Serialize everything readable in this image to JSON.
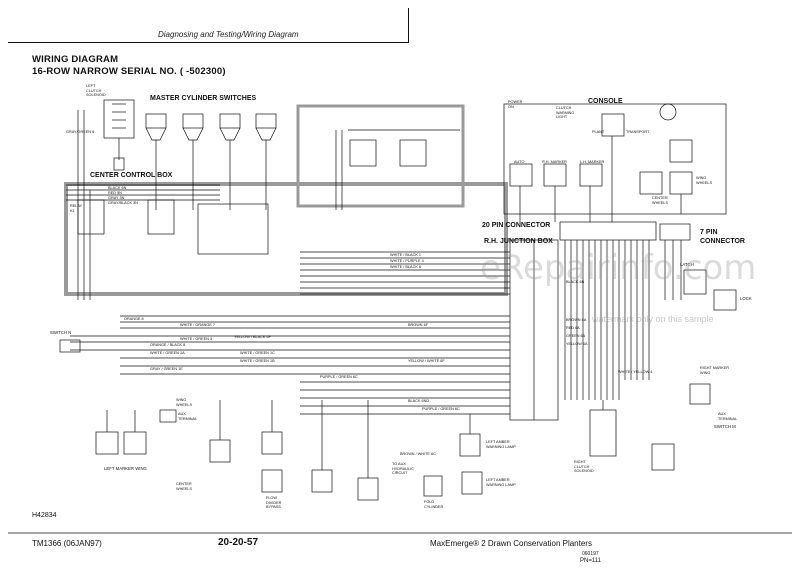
{
  "header": {
    "subtitle": "Diagnosing and Testing/Wiring Diagram"
  },
  "diagram": {
    "title_line1": "WIRING DIAGRAM",
    "title_line2": "16-ROW NARROW SERIAL NO. (         -502300)",
    "sections": {
      "master_cylinder_switches": "MASTER CYLINDER SWITCHES",
      "center_control_box": "CENTER CONTROL BOX",
      "console": "CONSOLE",
      "twenty_pin_connector": "20 PIN CONNECTOR",
      "rh_junction_box": "R.H. JUNCTION BOX",
      "seven_pin_connector": "7 PIN\nCONNECTOR"
    },
    "components": {
      "left_clutch_solenoid": "LEFT\nCLUTCH\nSOLENOID",
      "switch_n": "SWITCH N",
      "aux_terminal_left": "AUX\nTERMINAL",
      "left_marker_wing": "LEFT MARKER WING",
      "center_wheels": "CENTER\nWHEELS",
      "flow_divider_bypass": "FLOW\nDIVIDER\nBYPASS",
      "to_aux_hydraulic_circuit": "TO AUX.\nHYDRAULIC\nCIRCUIT",
      "fold_cylinder": "FOLD\nCYLINDER",
      "left_amber_warning_lamp_1": "LEFT AMBER\nWARNING LAMP",
      "left_amber_warning_lamp_2": "LEFT AMBER\nWARNING LAMP",
      "right_marker_wing": "RIGHT MARKER\nWING",
      "aux_terminal_right": "AUX\nTERMINAL",
      "switch_m": "SWITCH M",
      "right_clutch_solenoid": "RIGHT\nCLUTCH\nSOLENOID",
      "power_on": "POWER\nON",
      "clutch_warning_light": "CLUTCH\nWARNING\nLIGHT",
      "plant": "PLANT",
      "transport": "TRANSPORT",
      "auto": "AUTO",
      "rh_marker": "R.H. MARKER",
      "lh_marker": "L.H. MARKER",
      "center_wheels_console": "CENTER\nWHEELS",
      "wing_wheels": "WING\nWHEELS",
      "wing_wheels_left": "WING\nWHEELS",
      "latch": "LATCH",
      "lock": "LOCK",
      "relay_k1": "RELAY\nK1"
    },
    "wire_labels": [
      "BLACK 6N",
      "RED 5N",
      "GRAY 3N",
      "GRAY/BLACK 3N",
      "GRAY/GREEN 6",
      "WHITE / BLACK 1",
      "WHITE / PURPLE 4",
      "WHITE / BLACK 6",
      "ORANGE 8",
      "WHITE / ORANGE 7",
      "WHITE / GREEN 3",
      "ORANGE / BLACK 8",
      "WHITE / GREEN 1A",
      "GRAY / GREEN 1E",
      "YELLOW / BLACK 6F",
      "BROWN 6F",
      "YELLOW / WHITE 6F",
      "PURPLE / GREEN 6C",
      "WHITE / GREEN 1B",
      "WHITE / GREEN 1C",
      "BLACK 6ND",
      "PURPLE / GREEN 6C",
      "BROWN / WHITE 6C",
      "WHITE / YELLOW 4",
      "BLACK 6B",
      "BROWN 6A",
      "RED 6A",
      "GREEN 6A",
      "YELLOW 6A"
    ],
    "figure_id": "H42834"
  },
  "footer": {
    "manual_id": "TM1366 (06JAN97)",
    "page_number": "20-20-57",
    "manual_title": "MaxEmerge® 2 Drawn Conservation Planters",
    "page_code": "060197",
    "pn": "PN=111"
  },
  "watermark": {
    "main": "eRepairinfo.com",
    "sub": "watermark only on this sample"
  }
}
